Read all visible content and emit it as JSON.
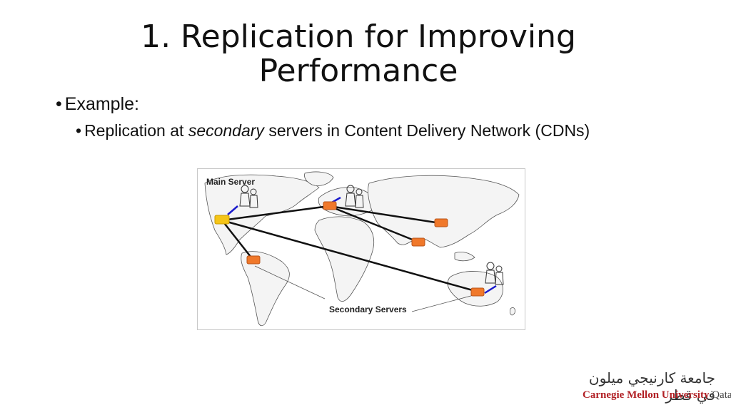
{
  "slide": {
    "title_line1": "1. Replication for Improving",
    "title_line2": "Performance",
    "bullets": [
      {
        "text": "Example:"
      },
      {
        "pre": "Replication at ",
        "em": "secondary",
        "post": " servers in Content Delivery Network (CDNs)"
      }
    ]
  },
  "diagram": {
    "main_label": "Main Server",
    "secondary_label": "Secondary Servers",
    "colors": {
      "main_server": "#f5c518",
      "secondary_server": "#f0782a",
      "link": "#111111",
      "user_link": "#1a1acc",
      "land": "#f4f4f4"
    }
  },
  "logo": {
    "arabic": "جامعة كارنيجي ميلون في قطر",
    "english": "Carnegie Mellon University",
    "qatar": "Qatar"
  }
}
